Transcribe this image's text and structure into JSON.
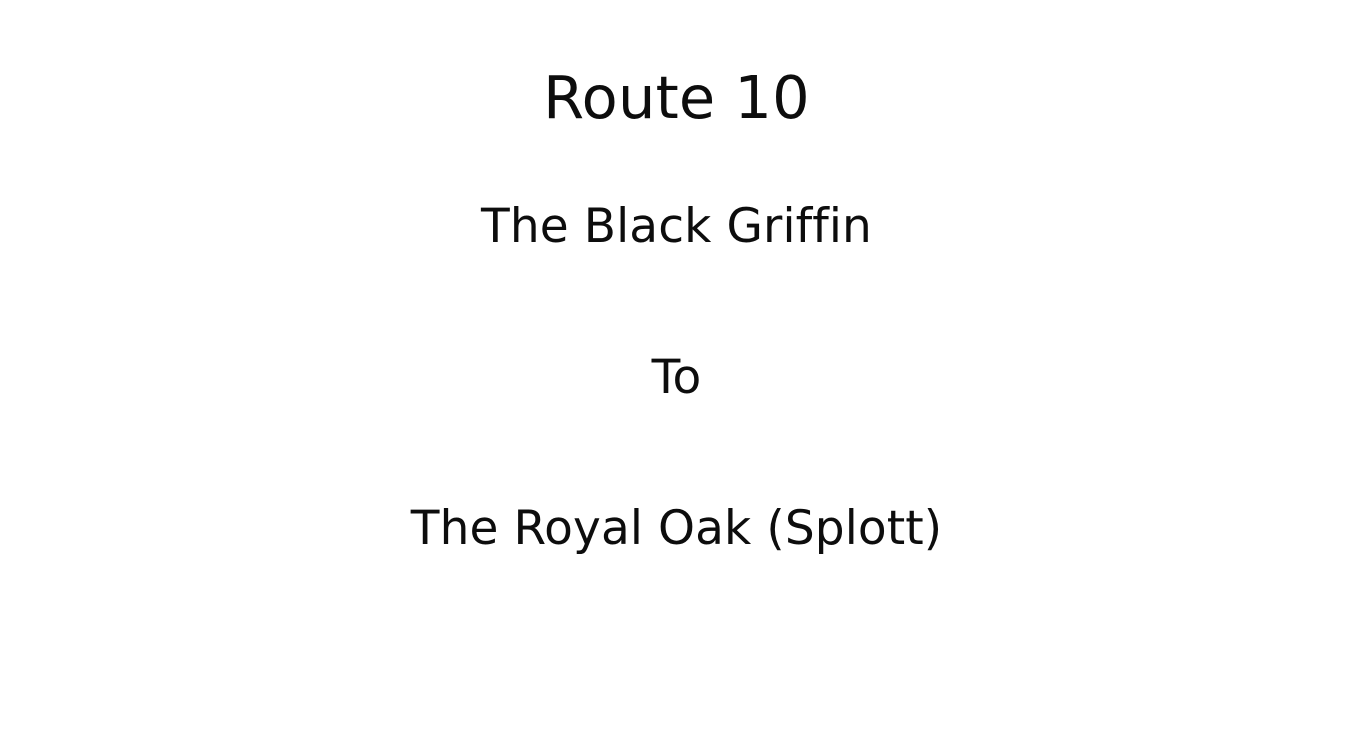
{
  "slide": {
    "background_color": "#FFFFFF",
    "text_color": "#0D0D0D",
    "title": "Route 10",
    "origin": "The Black Griffin",
    "connector": "To",
    "destination": "The Royal Oak (Splott)"
  }
}
